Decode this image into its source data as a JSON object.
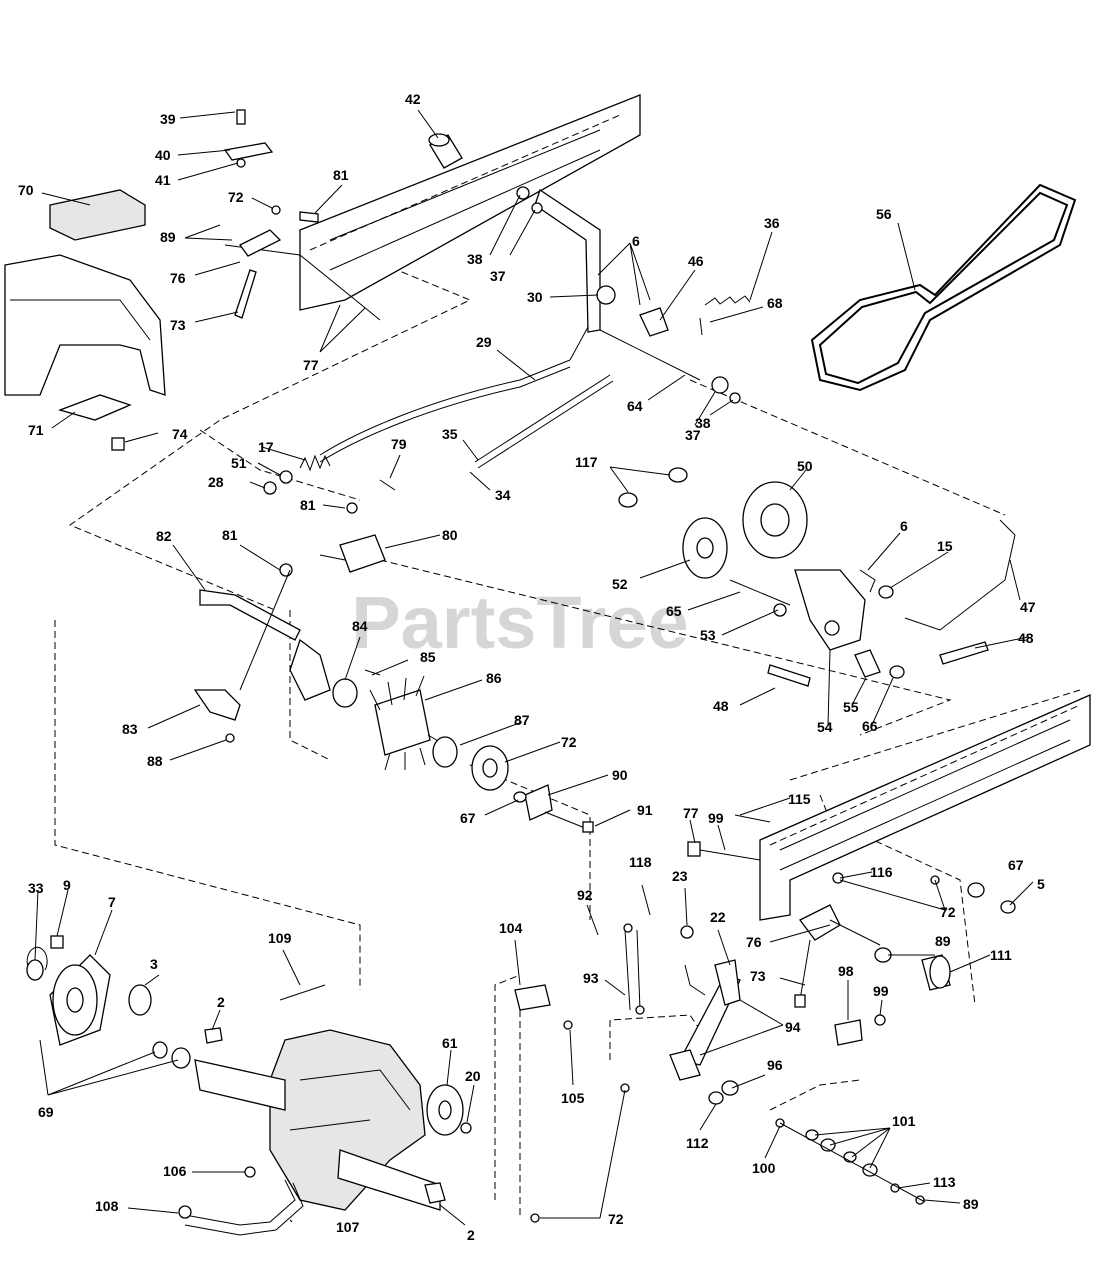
{
  "watermark": "PartsTree",
  "callouts": [
    {
      "id": "c39",
      "text": "39"
    },
    {
      "id": "c40",
      "text": "40"
    },
    {
      "id": "c41",
      "text": "41"
    },
    {
      "id": "c42",
      "text": "42"
    },
    {
      "id": "c70",
      "text": "70"
    },
    {
      "id": "c72a",
      "text": "72"
    },
    {
      "id": "c81a",
      "text": "81"
    },
    {
      "id": "c89a",
      "text": "89"
    },
    {
      "id": "c76a",
      "text": "76"
    },
    {
      "id": "c73a",
      "text": "73"
    },
    {
      "id": "c77",
      "text": "77"
    },
    {
      "id": "c38a",
      "text": "38"
    },
    {
      "id": "c37a",
      "text": "37"
    },
    {
      "id": "c6a",
      "text": "6"
    },
    {
      "id": "c30",
      "text": "30"
    },
    {
      "id": "c46",
      "text": "46"
    },
    {
      "id": "c36",
      "text": "36"
    },
    {
      "id": "c68",
      "text": "68"
    },
    {
      "id": "c56",
      "text": "56"
    },
    {
      "id": "c29",
      "text": "29"
    },
    {
      "id": "c64",
      "text": "64"
    },
    {
      "id": "c37b",
      "text": "37"
    },
    {
      "id": "c38b",
      "text": "38"
    },
    {
      "id": "c71",
      "text": "71"
    },
    {
      "id": "c74",
      "text": "74"
    },
    {
      "id": "c17",
      "text": "17"
    },
    {
      "id": "c51",
      "text": "51"
    },
    {
      "id": "c28",
      "text": "28"
    },
    {
      "id": "c79",
      "text": "79"
    },
    {
      "id": "c35",
      "text": "35"
    },
    {
      "id": "c34",
      "text": "34"
    },
    {
      "id": "c117",
      "text": "117"
    },
    {
      "id": "c50",
      "text": "50"
    },
    {
      "id": "c81b",
      "text": "81"
    },
    {
      "id": "c80",
      "text": "80"
    },
    {
      "id": "c82",
      "text": "82"
    },
    {
      "id": "c81c",
      "text": "81"
    },
    {
      "id": "c6b",
      "text": "6"
    },
    {
      "id": "c15",
      "text": "15"
    },
    {
      "id": "c52",
      "text": "52"
    },
    {
      "id": "c65",
      "text": "65"
    },
    {
      "id": "c47",
      "text": "47"
    },
    {
      "id": "c53",
      "text": "53"
    },
    {
      "id": "c84",
      "text": "84"
    },
    {
      "id": "c48a",
      "text": "48"
    },
    {
      "id": "c85",
      "text": "85"
    },
    {
      "id": "c86",
      "text": "86"
    },
    {
      "id": "c48b",
      "text": "48"
    },
    {
      "id": "c55",
      "text": "55"
    },
    {
      "id": "c54",
      "text": "54"
    },
    {
      "id": "c66",
      "text": "66"
    },
    {
      "id": "c83",
      "text": "83"
    },
    {
      "id": "c87",
      "text": "87"
    },
    {
      "id": "c88",
      "text": "88"
    },
    {
      "id": "c72b",
      "text": "72"
    },
    {
      "id": "c90",
      "text": "90"
    },
    {
      "id": "c67a",
      "text": "67"
    },
    {
      "id": "c91",
      "text": "91"
    },
    {
      "id": "c115",
      "text": "115"
    },
    {
      "id": "c77b",
      "text": "77"
    },
    {
      "id": "c99a",
      "text": "99"
    },
    {
      "id": "c116",
      "text": "116"
    },
    {
      "id": "c67b",
      "text": "67"
    },
    {
      "id": "c5",
      "text": "5"
    },
    {
      "id": "c72c",
      "text": "72"
    },
    {
      "id": "c33",
      "text": "33"
    },
    {
      "id": "c9",
      "text": "9"
    },
    {
      "id": "c7",
      "text": "7"
    },
    {
      "id": "c92",
      "text": "92"
    },
    {
      "id": "c118",
      "text": "118"
    },
    {
      "id": "c23",
      "text": "23"
    },
    {
      "id": "c104",
      "text": "104"
    },
    {
      "id": "c22",
      "text": "22"
    },
    {
      "id": "c76b",
      "text": "76"
    },
    {
      "id": "c89b",
      "text": "89"
    },
    {
      "id": "c111",
      "text": "111"
    },
    {
      "id": "c109",
      "text": "109"
    },
    {
      "id": "c93",
      "text": "93"
    },
    {
      "id": "c73b",
      "text": "73"
    },
    {
      "id": "c3",
      "text": "3"
    },
    {
      "id": "c98",
      "text": "98"
    },
    {
      "id": "c99b",
      "text": "99"
    },
    {
      "id": "c94",
      "text": "94"
    },
    {
      "id": "c2a",
      "text": "2"
    },
    {
      "id": "c61",
      "text": "61"
    },
    {
      "id": "c20",
      "text": "20"
    },
    {
      "id": "c105",
      "text": "105"
    },
    {
      "id": "c96",
      "text": "96"
    },
    {
      "id": "c69",
      "text": "69"
    },
    {
      "id": "c112",
      "text": "112"
    },
    {
      "id": "c101",
      "text": "101"
    },
    {
      "id": "c100",
      "text": "100"
    },
    {
      "id": "c106",
      "text": "106"
    },
    {
      "id": "c113",
      "text": "113"
    },
    {
      "id": "c108",
      "text": "108"
    },
    {
      "id": "c107",
      "text": "107"
    },
    {
      "id": "c89c",
      "text": "89"
    },
    {
      "id": "c2b",
      "text": "2"
    },
    {
      "id": "c72d",
      "text": "72"
    }
  ]
}
